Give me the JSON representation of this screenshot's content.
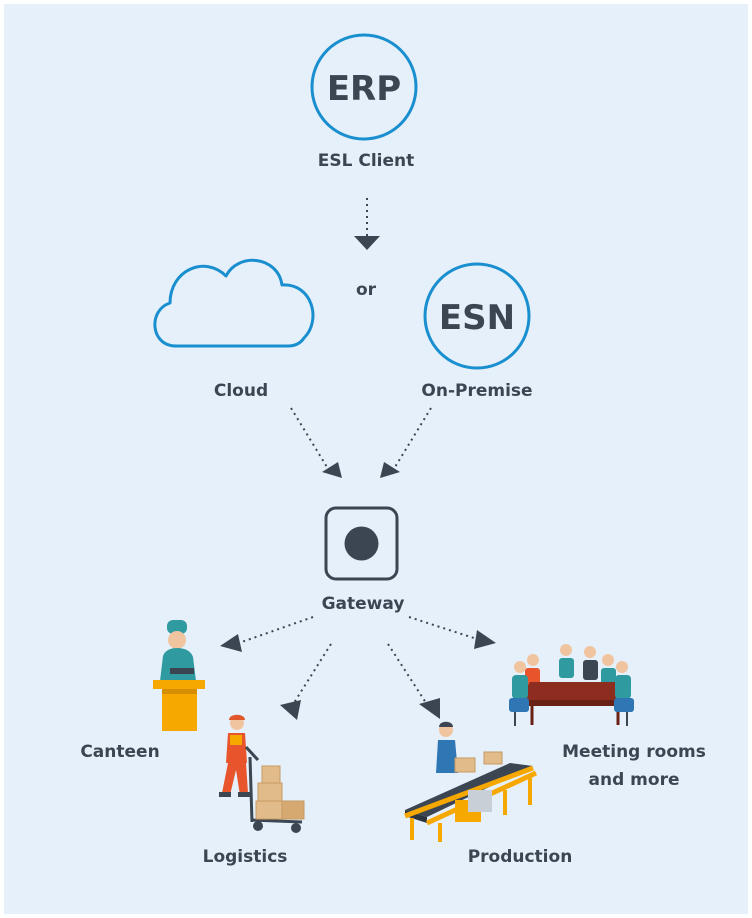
{
  "nodes": {
    "erp": {
      "text": "ERP",
      "label": "ESL Client"
    },
    "or_text": "or",
    "cloud": {
      "label": "Cloud"
    },
    "esn": {
      "text": "ESN",
      "label": "On-Premise"
    },
    "gateway": {
      "label": "Gateway"
    },
    "canteen": {
      "label": "Canteen"
    },
    "logistics": {
      "label": "Logistics"
    },
    "production": {
      "label": "Production"
    },
    "meeting": {
      "label_line1": "Meeting rooms",
      "label_line2": "and more"
    }
  },
  "colors": {
    "background": "#e6f0fa",
    "accent_blue": "#1a8fcf",
    "text_dark": "#3c4652",
    "arrow_dark": "#3c4652"
  },
  "icons": {
    "erp": "erp-circle-icon",
    "cloud": "cloud-icon",
    "esn": "esn-circle-icon",
    "gateway": "gateway-device-icon",
    "canteen": "chef-icon",
    "logistics": "worker-hand-truck-icon",
    "production": "conveyor-belt-icon",
    "meeting": "meeting-table-icon"
  }
}
